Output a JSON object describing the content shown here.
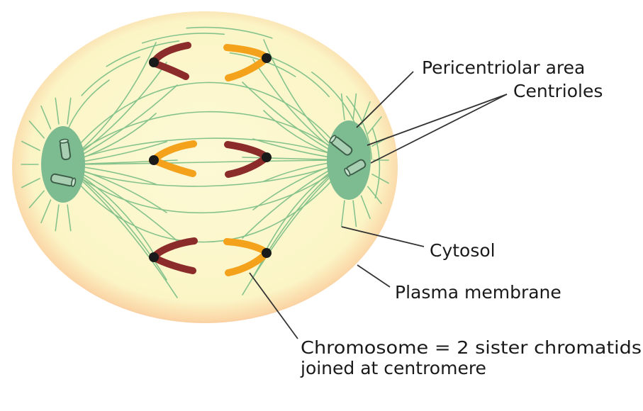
{
  "labels": {
    "pericentriolar_area": "Pericentriolar area",
    "centrioles": "Centrioles",
    "cytosol": "Cytosol",
    "plasma_membrane": "Plasma membrane",
    "chromosome_line1": "Chromosome = 2 sister chromatids",
    "chromosome_line2": "joined at centromere"
  },
  "colors": {
    "membrane": "#f6b79a",
    "cytosol": "#fbf6c8",
    "spindle": "#7fbf86",
    "centrosome": "#7dbb91",
    "chromatid_dark": "#8b2b2a",
    "chromatid_light": "#f4a21c",
    "centromere": "#1a1a1a",
    "leader_line": "#333333"
  }
}
